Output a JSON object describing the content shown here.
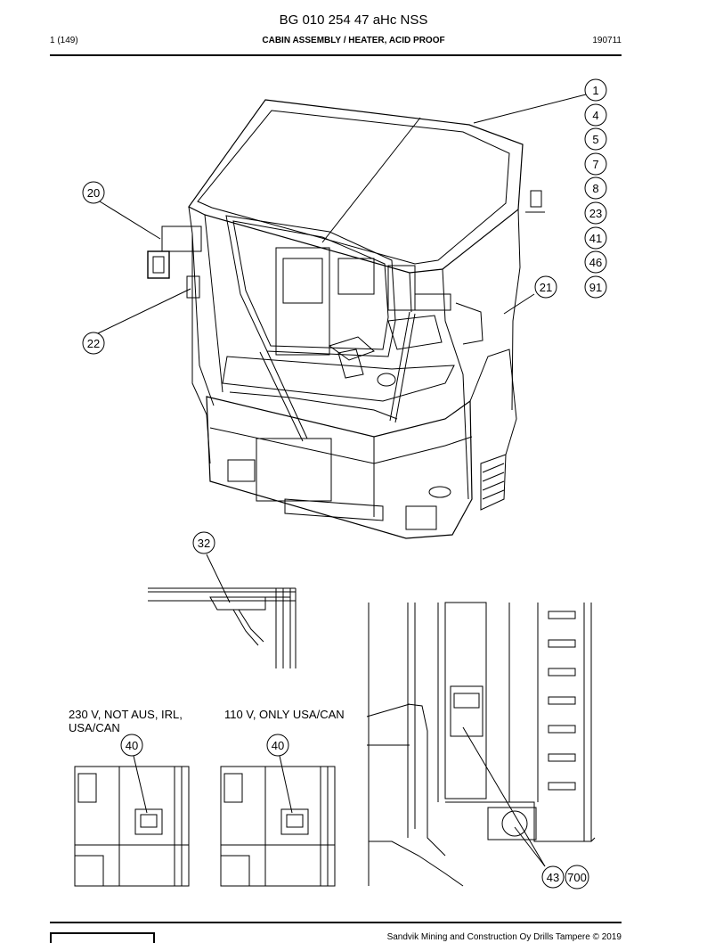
{
  "header": {
    "title": "BG 010 254 47 aHc NSS",
    "page": "1 (149)",
    "section": "CABIN ASSEMBLY / HEATER, ACID PROOF",
    "date": "190711"
  },
  "callouts": {
    "c1": "1",
    "c4": "4",
    "c5": "5",
    "c7": "7",
    "c8": "8",
    "c23": "23",
    "c41": "41",
    "c46": "46",
    "c91": "91",
    "c20": "20",
    "c21": "21",
    "c22": "22",
    "c32": "32",
    "c40a": "40",
    "c40b": "40",
    "c43": "43",
    "c700": "700"
  },
  "notes": {
    "note_230v": "230 V, NOT AUS, IRL, USA/CAN",
    "note_110v": "110 V, ONLY USA/CAN"
  },
  "footer": {
    "copyright": "Sandvik Mining and Construction Oy Drills Tampere © 2019"
  }
}
